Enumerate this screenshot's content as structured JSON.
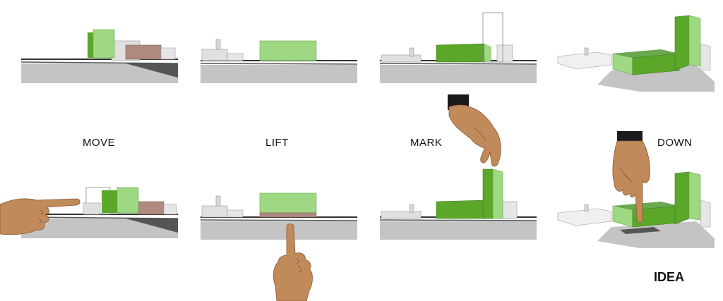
{
  "steps": [
    {
      "label": "MOVE"
    },
    {
      "label": "LIFT"
    },
    {
      "label": "MARK"
    },
    {
      "label": "DOWN"
    }
  ],
  "title": "IDEA",
  "colors": {
    "building_light": "#9fd883",
    "building_dark": "#5aa72a",
    "ground": "#c4c4c4",
    "context": "#d8d8d8",
    "brick": "#b08a80",
    "skin": "#c08a5a"
  }
}
